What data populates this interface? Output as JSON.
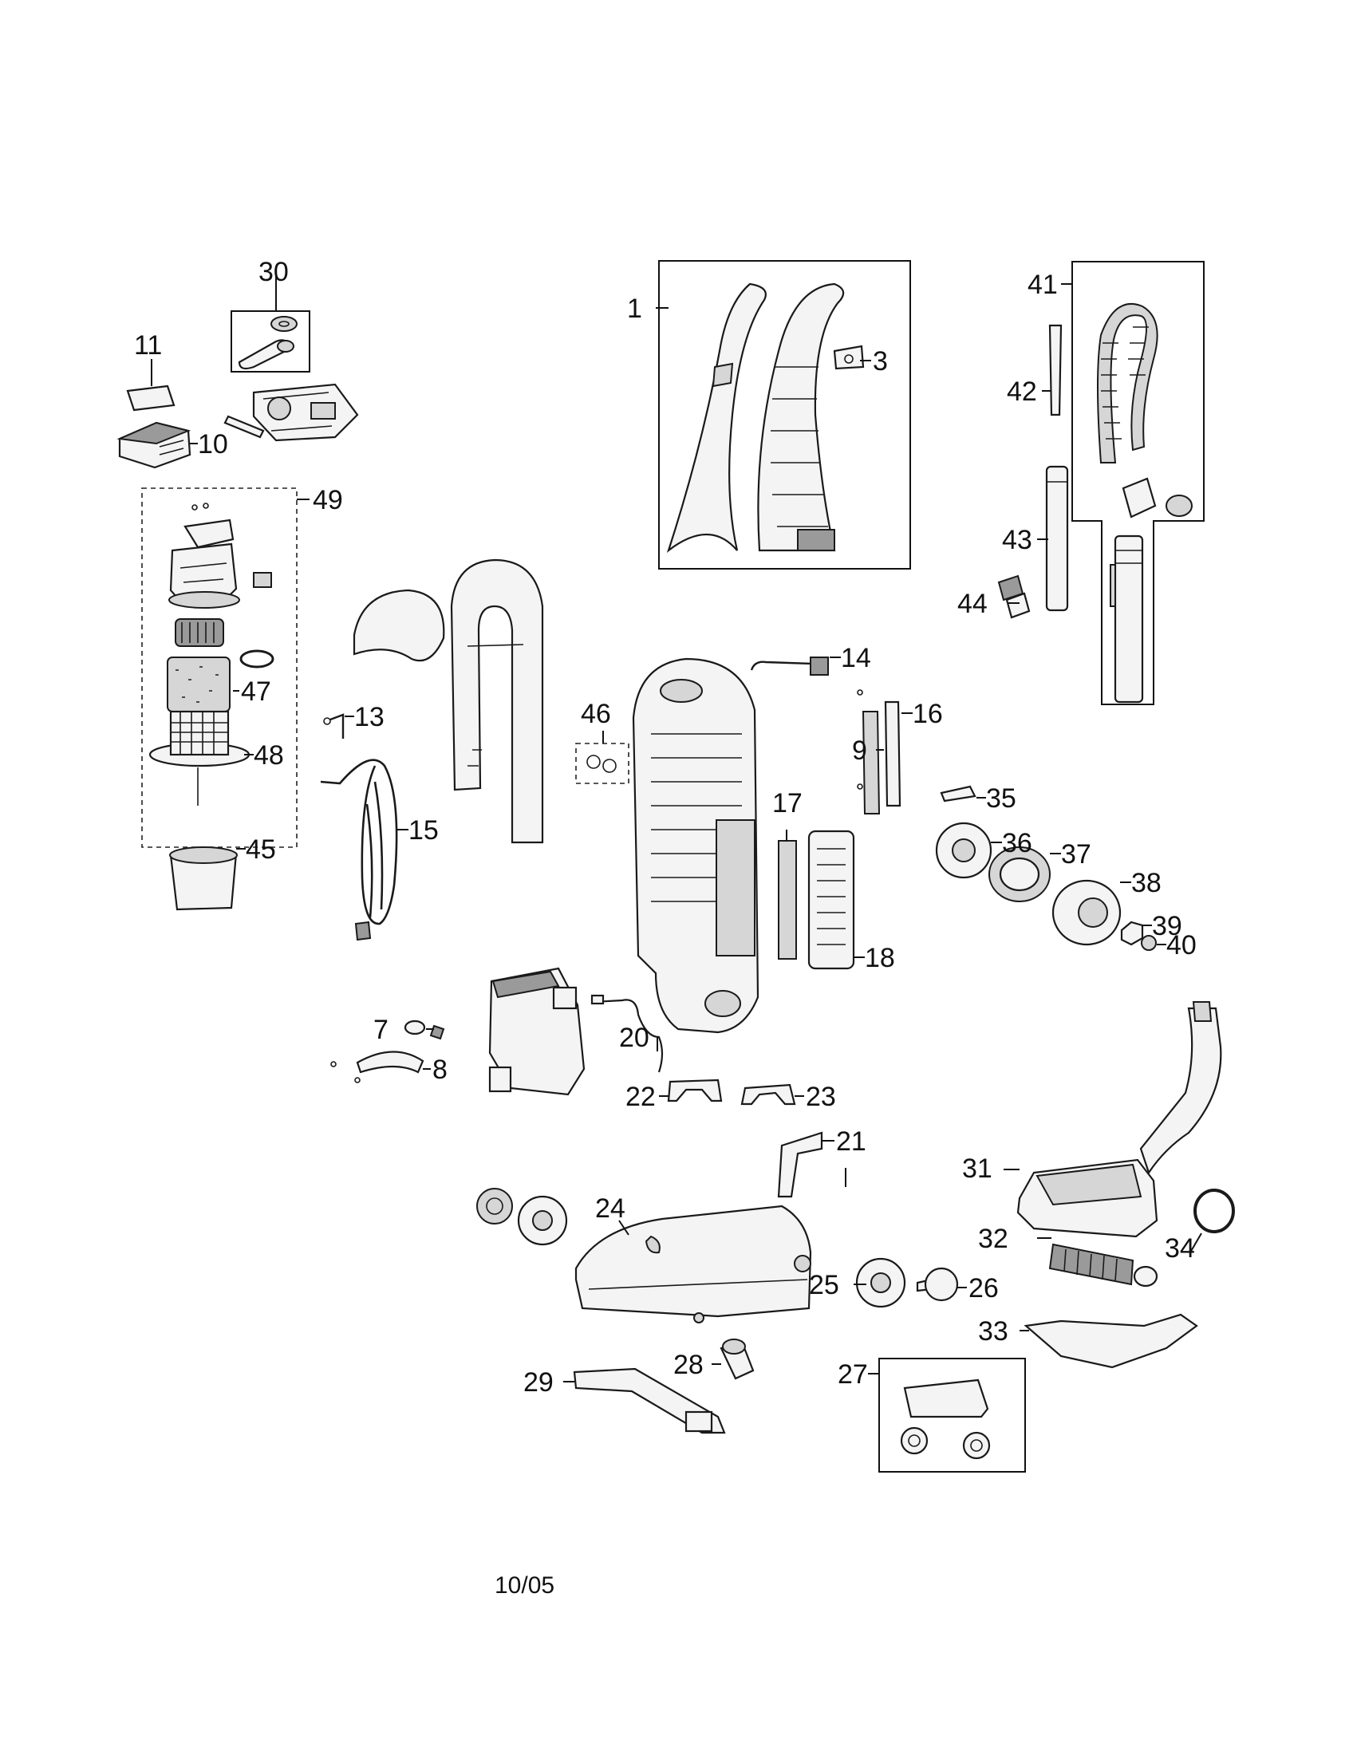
{
  "footer": {
    "date_code": "10/05"
  },
  "callouts": {
    "c1": "1",
    "c3": "3",
    "c7": "7",
    "c8": "8",
    "c9": "9",
    "c10": "10",
    "c11": "11",
    "c13": "13",
    "c14": "14",
    "c15": "15",
    "c16": "16",
    "c17": "17",
    "c18": "18",
    "c20": "20",
    "c21": "21",
    "c22": "22",
    "c23": "23",
    "c24": "24",
    "c25": "25",
    "c26": "26",
    "c27": "27",
    "c28": "28",
    "c29": "29",
    "c30": "30",
    "c31": "31",
    "c32": "32",
    "c33": "33",
    "c34": "34",
    "c35": "35",
    "c36": "36",
    "c37": "37",
    "c38": "38",
    "c39": "39",
    "c40": "40",
    "c41": "41",
    "c42": "42",
    "c43": "43",
    "c44": "44",
    "c45": "45",
    "c46": "46",
    "c47": "47",
    "c48": "48",
    "c49": "49"
  }
}
